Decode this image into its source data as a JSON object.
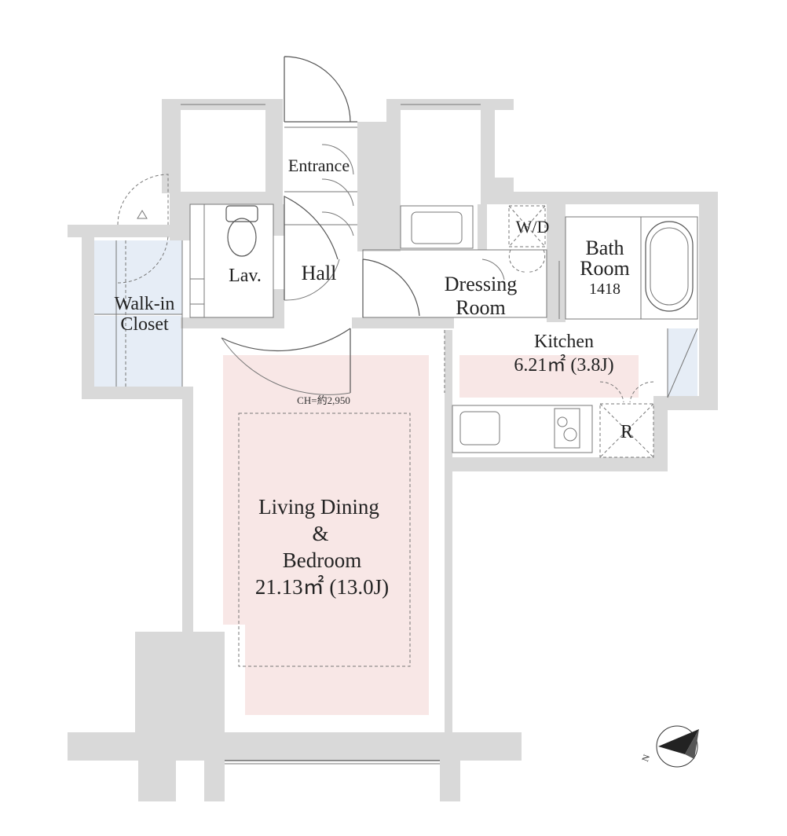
{
  "rooms": {
    "entrance": "Entrance",
    "lav": "Lav.",
    "hall": "Hall",
    "wd": "W/D",
    "dressing_1": "Dressing",
    "dressing_2": "Room",
    "bath_1": "Bath",
    "bath_2": "Room",
    "bath_size": "1418",
    "closet_1": "Walk-in",
    "closet_2": "Closet",
    "kitchen": "Kitchen",
    "kitchen_area": "6.21㎡ (3.8J)",
    "refrigerator": "R",
    "ldb_1": "Living Dining",
    "ldb_2": "&",
    "ldb_3": "Bedroom",
    "ldb_area": "21.13㎡ (13.0J)",
    "ceiling": "CH=約2,950"
  },
  "compass": {
    "north_label": "N"
  },
  "colors": {
    "living_fill": "#f8e7e6",
    "closet_fill": "#e6edf6",
    "wall": "#d9d9d9"
  }
}
